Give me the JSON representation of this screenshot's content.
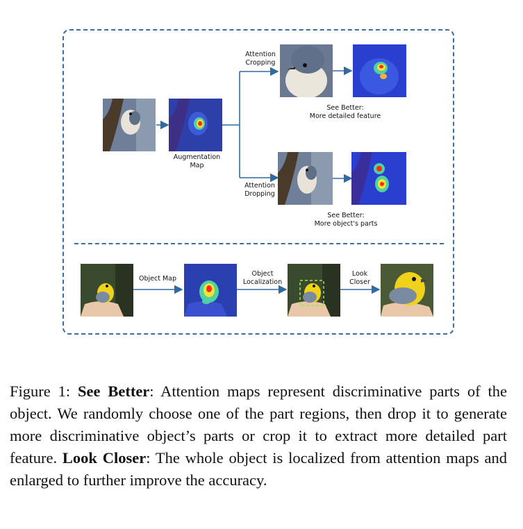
{
  "figure": {
    "labels": {
      "augmentation_map": "Augmentation\nMap",
      "attention_cropping": "Attention\nCropping",
      "attention_dropping": "Attention\nDropping",
      "see_better_crop": "See Better:\nMore detailed feature",
      "see_better_drop": "See Better:\nMore object's parts",
      "object_map": "Object Map",
      "object_localization": "Object\nLocalization",
      "look_closer": "Look\nCloser"
    },
    "colors": {
      "border": "#3a6fa3",
      "arrow": "#2f6aa3",
      "heat_blue": "#2a3fd0",
      "heat_hot": "#ff2a1a",
      "localization_box": "#9be84a"
    }
  },
  "caption": {
    "prefix": "Figure 1: ",
    "bold1": "See Better",
    "text1": ": Attention maps represent discriminative parts of the object. We randomly choose one of the part regions, then drop it to generate more discriminative object’s parts or crop it to extract more detailed part feature. ",
    "bold2": "Look Closer",
    "text2": ": The whole object is localized from attention maps and enlarged to further improve the accuracy."
  }
}
